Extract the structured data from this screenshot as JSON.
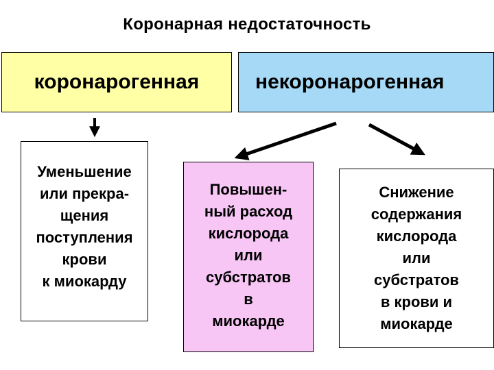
{
  "title": "Коронарная недостаточность",
  "categories": {
    "left": "коронарогенная",
    "right": "некоронарогенная"
  },
  "causes": {
    "left": "Уменьшение\nили прекра-\nщения\nпоступления\nкрови\nк миокарду",
    "middle": "Повышен-\nный расход\nкислорода\nили\nсубстратов\nв\nмиокарде",
    "right": "Снижение\nсодержания\nкислорода\nили\nсубстратов\nв крови и\nмиокарде"
  },
  "colors": {
    "left_category": "#ffffa6",
    "right_category": "#a6d9f5",
    "middle_cause": "#f7c6f5"
  }
}
